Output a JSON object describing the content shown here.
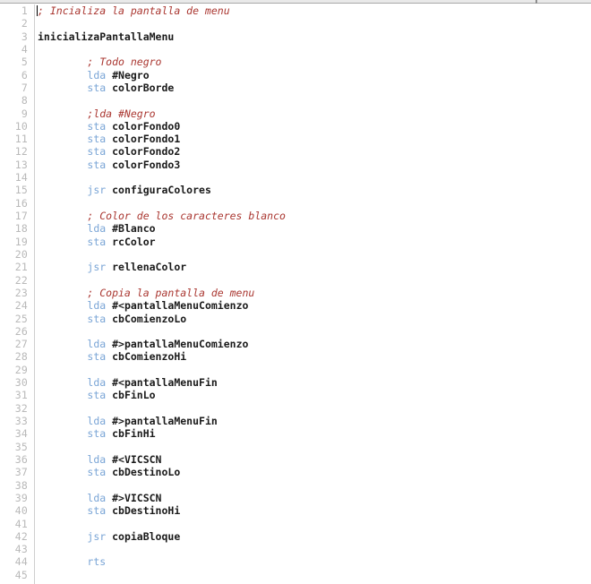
{
  "window": {
    "kind": "code-editor",
    "gutter_rule_color": "#cfcfcf",
    "background_color": "#ffffff"
  },
  "syntax_colors": {
    "comment": "#aa3731",
    "mnemonic": "#7aa5d6",
    "operand": "#1a1a1a",
    "label": "#1a1a1a",
    "line_number": "#b9b9b9"
  },
  "editor": {
    "caret_line": 1,
    "caret_column": 1,
    "first_visible_line": 1,
    "last_visible_line": 45,
    "indent": "        ",
    "lines": [
      {
        "n": "1",
        "indent": "",
        "tokens": [
          {
            "t": "comment",
            "v": "; Incializa la pantalla de menu"
          }
        ]
      },
      {
        "n": "2",
        "indent": "",
        "tokens": []
      },
      {
        "n": "3",
        "indent": "",
        "tokens": [
          {
            "t": "label",
            "v": "inicializaPantallaMenu"
          }
        ]
      },
      {
        "n": "4",
        "indent": "",
        "tokens": []
      },
      {
        "n": "5",
        "indent": "        ",
        "tokens": [
          {
            "t": "comment",
            "v": "; Todo negro"
          }
        ]
      },
      {
        "n": "6",
        "indent": "        ",
        "tokens": [
          {
            "t": "mnemonic",
            "v": "lda "
          },
          {
            "t": "operand",
            "v": "#Negro"
          }
        ]
      },
      {
        "n": "7",
        "indent": "        ",
        "tokens": [
          {
            "t": "mnemonic",
            "v": "sta "
          },
          {
            "t": "operand",
            "v": "colorBorde"
          }
        ]
      },
      {
        "n": "8",
        "indent": "",
        "tokens": []
      },
      {
        "n": "9",
        "indent": "        ",
        "tokens": [
          {
            "t": "comment",
            "v": ";lda #Negro"
          }
        ]
      },
      {
        "n": "10",
        "indent": "        ",
        "tokens": [
          {
            "t": "mnemonic",
            "v": "sta "
          },
          {
            "t": "operand",
            "v": "colorFondo0"
          }
        ]
      },
      {
        "n": "11",
        "indent": "        ",
        "tokens": [
          {
            "t": "mnemonic",
            "v": "sta "
          },
          {
            "t": "operand",
            "v": "colorFondo1"
          }
        ]
      },
      {
        "n": "12",
        "indent": "        ",
        "tokens": [
          {
            "t": "mnemonic",
            "v": "sta "
          },
          {
            "t": "operand",
            "v": "colorFondo2"
          }
        ]
      },
      {
        "n": "13",
        "indent": "        ",
        "tokens": [
          {
            "t": "mnemonic",
            "v": "sta "
          },
          {
            "t": "operand",
            "v": "colorFondo3"
          }
        ]
      },
      {
        "n": "14",
        "indent": "",
        "tokens": []
      },
      {
        "n": "15",
        "indent": "        ",
        "tokens": [
          {
            "t": "mnemonic",
            "v": "jsr "
          },
          {
            "t": "operand",
            "v": "configuraColores"
          }
        ]
      },
      {
        "n": "16",
        "indent": "",
        "tokens": []
      },
      {
        "n": "17",
        "indent": "        ",
        "tokens": [
          {
            "t": "comment",
            "v": "; Color de los caracteres blanco"
          }
        ]
      },
      {
        "n": "18",
        "indent": "        ",
        "tokens": [
          {
            "t": "mnemonic",
            "v": "lda "
          },
          {
            "t": "operand",
            "v": "#Blanco"
          }
        ]
      },
      {
        "n": "19",
        "indent": "        ",
        "tokens": [
          {
            "t": "mnemonic",
            "v": "sta "
          },
          {
            "t": "operand",
            "v": "rcColor"
          }
        ]
      },
      {
        "n": "20",
        "indent": "",
        "tokens": []
      },
      {
        "n": "21",
        "indent": "        ",
        "tokens": [
          {
            "t": "mnemonic",
            "v": "jsr "
          },
          {
            "t": "operand",
            "v": "rellenaColor"
          }
        ]
      },
      {
        "n": "22",
        "indent": "",
        "tokens": []
      },
      {
        "n": "23",
        "indent": "        ",
        "tokens": [
          {
            "t": "comment",
            "v": "; Copia la pantalla de menu"
          }
        ]
      },
      {
        "n": "24",
        "indent": "        ",
        "tokens": [
          {
            "t": "mnemonic",
            "v": "lda "
          },
          {
            "t": "operand",
            "v": "#<pantallaMenuComienzo"
          }
        ]
      },
      {
        "n": "25",
        "indent": "        ",
        "tokens": [
          {
            "t": "mnemonic",
            "v": "sta "
          },
          {
            "t": "operand",
            "v": "cbComienzoLo"
          }
        ]
      },
      {
        "n": "26",
        "indent": "",
        "tokens": []
      },
      {
        "n": "27",
        "indent": "        ",
        "tokens": [
          {
            "t": "mnemonic",
            "v": "lda "
          },
          {
            "t": "operand",
            "v": "#>pantallaMenuComienzo"
          }
        ]
      },
      {
        "n": "28",
        "indent": "        ",
        "tokens": [
          {
            "t": "mnemonic",
            "v": "sta "
          },
          {
            "t": "operand",
            "v": "cbComienzoHi"
          }
        ]
      },
      {
        "n": "29",
        "indent": "",
        "tokens": []
      },
      {
        "n": "30",
        "indent": "        ",
        "tokens": [
          {
            "t": "mnemonic",
            "v": "lda "
          },
          {
            "t": "operand",
            "v": "#<pantallaMenuFin"
          }
        ]
      },
      {
        "n": "31",
        "indent": "        ",
        "tokens": [
          {
            "t": "mnemonic",
            "v": "sta "
          },
          {
            "t": "operand",
            "v": "cbFinLo"
          }
        ]
      },
      {
        "n": "32",
        "indent": "",
        "tokens": []
      },
      {
        "n": "33",
        "indent": "        ",
        "tokens": [
          {
            "t": "mnemonic",
            "v": "lda "
          },
          {
            "t": "operand",
            "v": "#>pantallaMenuFin"
          }
        ]
      },
      {
        "n": "34",
        "indent": "        ",
        "tokens": [
          {
            "t": "mnemonic",
            "v": "sta "
          },
          {
            "t": "operand",
            "v": "cbFinHi"
          }
        ]
      },
      {
        "n": "35",
        "indent": "",
        "tokens": []
      },
      {
        "n": "36",
        "indent": "        ",
        "tokens": [
          {
            "t": "mnemonic",
            "v": "lda "
          },
          {
            "t": "operand",
            "v": "#<VICSCN"
          }
        ]
      },
      {
        "n": "37",
        "indent": "        ",
        "tokens": [
          {
            "t": "mnemonic",
            "v": "sta "
          },
          {
            "t": "operand",
            "v": "cbDestinoLo"
          }
        ]
      },
      {
        "n": "38",
        "indent": "",
        "tokens": []
      },
      {
        "n": "39",
        "indent": "        ",
        "tokens": [
          {
            "t": "mnemonic",
            "v": "lda "
          },
          {
            "t": "operand",
            "v": "#>VICSCN"
          }
        ]
      },
      {
        "n": "40",
        "indent": "        ",
        "tokens": [
          {
            "t": "mnemonic",
            "v": "sta "
          },
          {
            "t": "operand",
            "v": "cbDestinoHi"
          }
        ]
      },
      {
        "n": "41",
        "indent": "",
        "tokens": []
      },
      {
        "n": "42",
        "indent": "        ",
        "tokens": [
          {
            "t": "mnemonic",
            "v": "jsr "
          },
          {
            "t": "operand",
            "v": "copiaBloque"
          }
        ]
      },
      {
        "n": "43",
        "indent": "",
        "tokens": []
      },
      {
        "n": "44",
        "indent": "        ",
        "tokens": [
          {
            "t": "mnemonic",
            "v": "rts"
          }
        ]
      },
      {
        "n": "45",
        "indent": "",
        "tokens": []
      }
    ]
  }
}
